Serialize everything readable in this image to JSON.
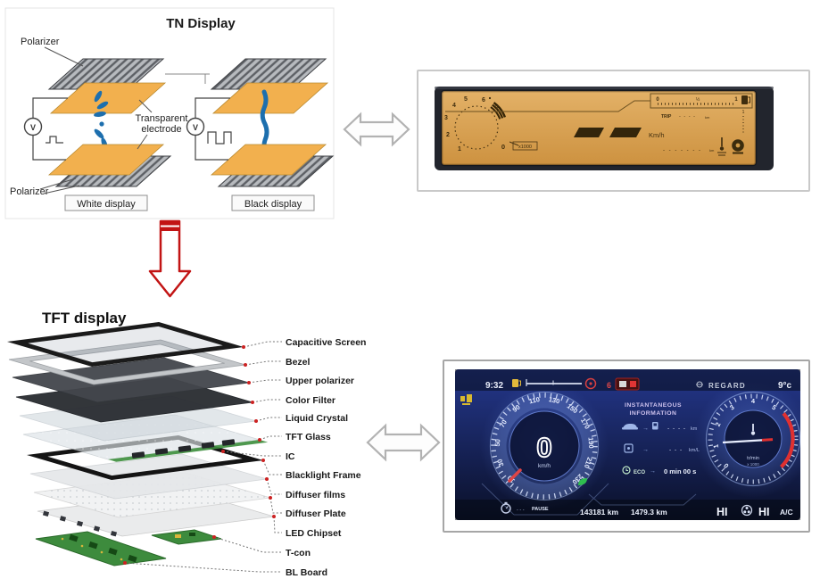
{
  "tn_section": {
    "title": "TN Display",
    "polarizer_top_label": "Polarizer",
    "polarizer_bottom_label": "Polarizer",
    "electrode_label_line1": "Transparent",
    "electrode_label_line2": "electrode",
    "voltage_left": "V",
    "voltage_right": "V",
    "caption_white": "White display",
    "caption_black": "Black display"
  },
  "tft_section": {
    "title": "TFT display",
    "layers": [
      "Capacitive Screen",
      "Bezel",
      "Upper polarizer",
      "Color Filter",
      "Liquid Crystal",
      "TFT Glass",
      "IC",
      "Blacklight Frame",
      "Diffuser films",
      "Diffuser Plate",
      "LED Chipset",
      "T-con",
      "BL Board"
    ]
  },
  "mono_cluster": {
    "tach_numbers": [
      "1",
      "2",
      "3",
      "4",
      "5",
      "6",
      "7"
    ],
    "tach_zero": "0",
    "tach_multiplier": "x1000",
    "fuel_min": "0",
    "fuel_mid": "½",
    "fuel_max": "1",
    "trip_label": "TRIP",
    "trip_value": "- - - -",
    "trip_unit": "km",
    "speed_unit": "Km/h",
    "odometer_value": "- - - - - - -",
    "odometer_unit": "km",
    "side_gauge_top": "1"
  },
  "color_cluster": {
    "time": "9:32",
    "warning_count": "6",
    "brand": "REGARD",
    "outside_temp": "9°c",
    "speedo_ticks": [
      "10",
      "30",
      "50",
      "70",
      "90",
      "110",
      "130",
      "150",
      "170",
      "190",
      "210",
      "230"
    ],
    "speed_value": "0",
    "speed_unit": "km/h",
    "info_title_line1": "INSTANTANEOUS",
    "info_title_line2": "INFORMATION",
    "info_row1_value": "- - - -",
    "info_row1_unit": "km",
    "info_row2_value": "- - -",
    "info_row2_unit": "km/L",
    "info_row3_label": "ECO",
    "info_row3_value": "0 min 00 s",
    "tach_ticks": [
      "0",
      "1",
      "2",
      "3",
      "4",
      "5"
    ],
    "tach_unit_line1": "tr/min",
    "tach_unit_line2": "x 1000",
    "pause_dashes": "- - -",
    "pause_label": "PAUSE",
    "odo_total": "143181 km",
    "odo_trip": "1479.3 km",
    "hvac_left": "HI",
    "hvac_right": "HI",
    "hvac_ac": "A/C"
  },
  "colors": {
    "electrode_orange": "#f2b04e",
    "lc_blue": "#1d6fae",
    "red_arrow": "#c21414",
    "mono_amber": "#d9a052",
    "cluster_blue": "#2a3f96",
    "accent_red": "#e03030",
    "accent_green": "#2fbf4f",
    "accent_yellow": "#e2b93b"
  }
}
